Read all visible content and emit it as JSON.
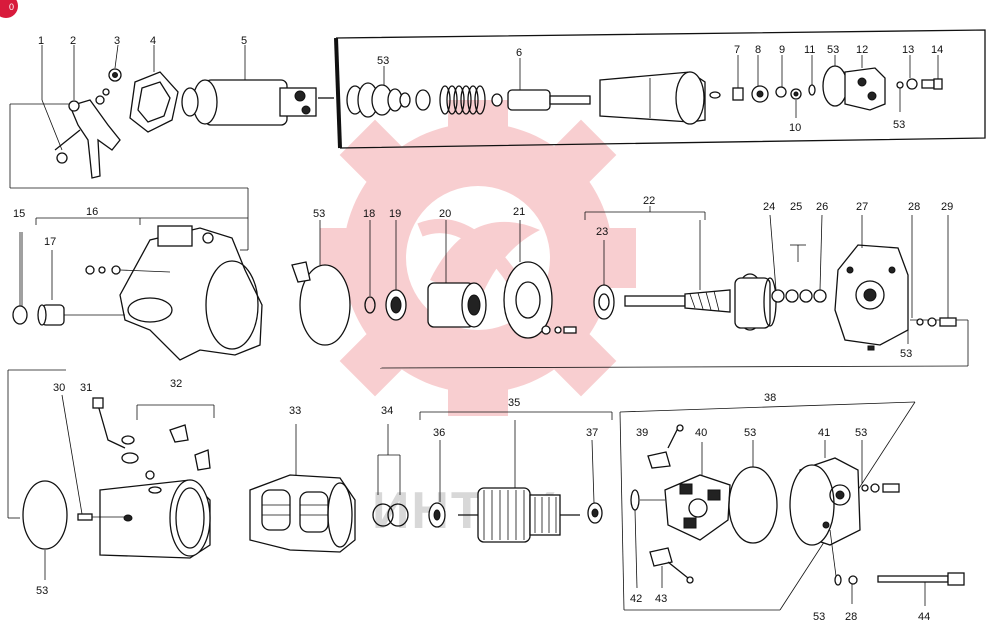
{
  "watermark": {
    "text": "ИНТЕХ",
    "color": "#f2a5a8"
  },
  "corner_badge": {
    "text": "0",
    "color": "#d81b3c"
  },
  "part_labels": {
    "p1": "1",
    "p2": "2",
    "p3": "3",
    "p4": "4",
    "p5": "5",
    "p53a": "53",
    "p6": "6",
    "p7": "7",
    "p8": "8",
    "p9": "9",
    "p11": "11",
    "p53b": "53",
    "p12": "12",
    "p13": "13",
    "p14": "14",
    "p10": "10",
    "p53c": "53",
    "p15": "15",
    "p16": "16",
    "p17": "17",
    "p53d": "53",
    "p18": "18",
    "p19": "19",
    "p20": "20",
    "p21": "21",
    "p22": "22",
    "p23": "23",
    "p24": "24",
    "p25": "25",
    "p26": "26",
    "p27": "27",
    "p28a": "28",
    "p29": "29",
    "p53e": "53",
    "p30": "30",
    "p31": "31",
    "p32": "32",
    "p33": "33",
    "p34": "34",
    "p35": "35",
    "p36": "36",
    "p37": "37",
    "p38": "38",
    "p39": "39",
    "p40": "40",
    "p53f": "53",
    "p41": "41",
    "p53g": "53",
    "p53h": "53",
    "p42": "42",
    "p43": "43",
    "p53i": "53",
    "p28b": "28",
    "p44": "44"
  }
}
